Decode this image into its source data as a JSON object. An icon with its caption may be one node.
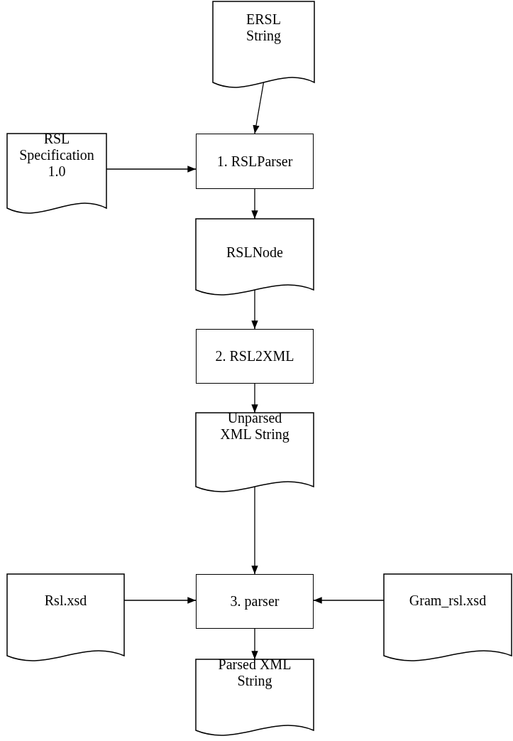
{
  "diagram": {
    "nodes": [
      {
        "text": [
          "ERSL String"
        ]
      },
      {
        "text": [
          "RSL Specification 1.0"
        ]
      },
      {
        "text": [
          "1. RSLParser"
        ]
      },
      {
        "text": [
          "RSLNode"
        ]
      },
      {
        "text": [
          "2. RSL2XML"
        ]
      },
      {
        "text": [
          "Unparsed XML String"
        ]
      },
      {
        "text": [
          "Rsl.xsd"
        ]
      },
      {
        "text": [
          "3. parser"
        ]
      },
      {
        "text": [
          "Gram_rsl.xsd"
        ]
      },
      {
        "text": [
          "Parsed XML String"
        ]
      }
    ],
    "edges": [
      {
        "from": 0,
        "to": 2,
        "arrow": "to"
      },
      {
        "from": 1,
        "to": 2,
        "arrow": "to"
      },
      {
        "from": 2,
        "to": 3,
        "arrow": "to"
      },
      {
        "from": 3,
        "to": 4,
        "arrow": "to"
      },
      {
        "from": 4,
        "to": 5,
        "arrow": "to"
      },
      {
        "from": 5,
        "to": 7,
        "arrow": "to"
      },
      {
        "from": 6,
        "to": 7,
        "arrow": "to"
      },
      {
        "from": 8,
        "to": 7,
        "arrow": "to"
      },
      {
        "from": 7,
        "to": 9,
        "arrow": "to"
      }
    ]
  }
}
